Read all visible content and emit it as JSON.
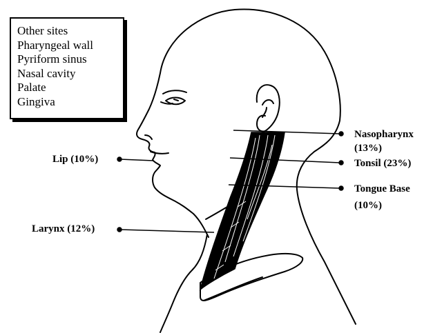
{
  "legend": {
    "items": [
      "Other sites",
      "Pharyngeal wall",
      "Pyriform sinus",
      "Nasal cavity",
      "Palate",
      "Gingiva"
    ]
  },
  "labels": {
    "lip": "Lip (10%)",
    "larynx": "Larynx (12%)",
    "nasopharynx_line1": "Nasopharynx",
    "nasopharynx_line2": "(13%)",
    "tonsil": "Tonsil (23%)",
    "tongue_base_line1": "Tongue Base",
    "tongue_base_line2": "(10%)"
  }
}
